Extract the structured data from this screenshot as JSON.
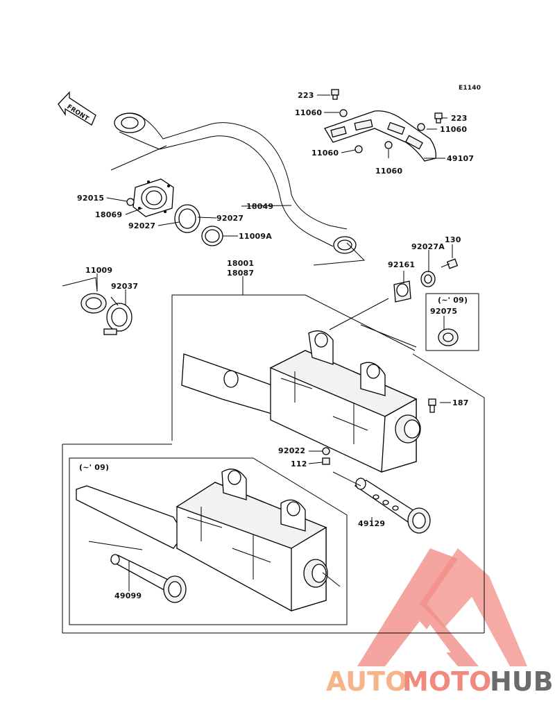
{
  "diagram_code": "E1140",
  "front_label": "FRONT",
  "part_labels": {
    "p223a": "223",
    "p11060a": "11060",
    "p223b": "223",
    "p11060b": "11060",
    "p11060c": "11060",
    "p49107": "49107",
    "p11060d": "11060",
    "p92015": "92015",
    "p18069": "18069",
    "p18049": "18049",
    "p92027a": "92027",
    "p92027b": "92027",
    "p11009A": "11009A",
    "p92027A": "92027A",
    "p130": "130",
    "p18001": "18001",
    "p18087": "18087",
    "p11009": "11009",
    "p92037": "92037",
    "p92161": "92161",
    "p09a": "(~' 09)",
    "p92075": "92075",
    "p187": "187",
    "p92022": "92022",
    "p112": "112",
    "p09b": "(~' 09)",
    "p49129": "49129",
    "p49099": "49099"
  },
  "watermark": {
    "part1": "AUTO",
    "part2": "MOTO",
    "part3": "HUB",
    "color1": "#f5b48a",
    "color2": "#f08a7e",
    "color3": "#6b6b6b",
    "logo_color": "#f07a72"
  }
}
